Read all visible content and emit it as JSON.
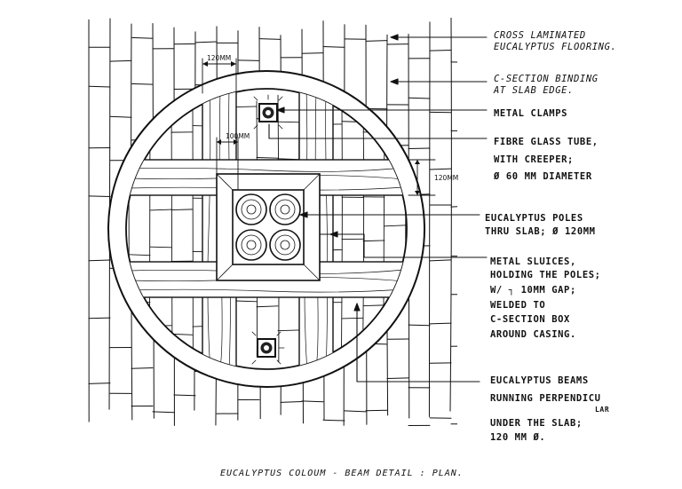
{
  "title": "EUCALYPTUS COLOUM - BEAM DETAIL : PLAN.",
  "dimensions": {
    "top_width": "120MM",
    "inner_width": "100MM",
    "side_width": "120MM"
  },
  "callouts": [
    {
      "id": "flooring",
      "lines": [
        "CROSS LAMINATED",
        "EUCALYPTUS FLOORING."
      ],
      "style": "italic"
    },
    {
      "id": "binding",
      "lines": [
        "C-SECTION BINDING",
        "AT SLAB EDGE."
      ],
      "style": "italic"
    },
    {
      "id": "clamps",
      "lines": [
        "METAL CLAMPS"
      ],
      "style": "bold"
    },
    {
      "id": "tube",
      "lines": [
        "FIBRE GLASS TUBE,",
        "WITH CREEPER;",
        "Ø 60 MM DIAMETER"
      ],
      "style": "bold"
    },
    {
      "id": "poles",
      "lines": [
        "EUCALYPTUS POLES",
        "THRU SLAB; Ø 120MM"
      ],
      "style": "bold"
    },
    {
      "id": "sluices",
      "lines": [
        "METAL SLUICES,",
        "HOLDING THE POLES;",
        "W/ ┐ 10MM GAP;",
        "WELDED TO",
        "C-SECTION BOX",
        "AROUND CASING."
      ],
      "style": "bold"
    },
    {
      "id": "beams",
      "lines": [
        "EUCALYPTUS BEAMS",
        "RUNNING PERPENDICU",
        "LAR",
        "UNDER THE SLAB;",
        "120 MM Ø."
      ],
      "style": "bold"
    }
  ]
}
